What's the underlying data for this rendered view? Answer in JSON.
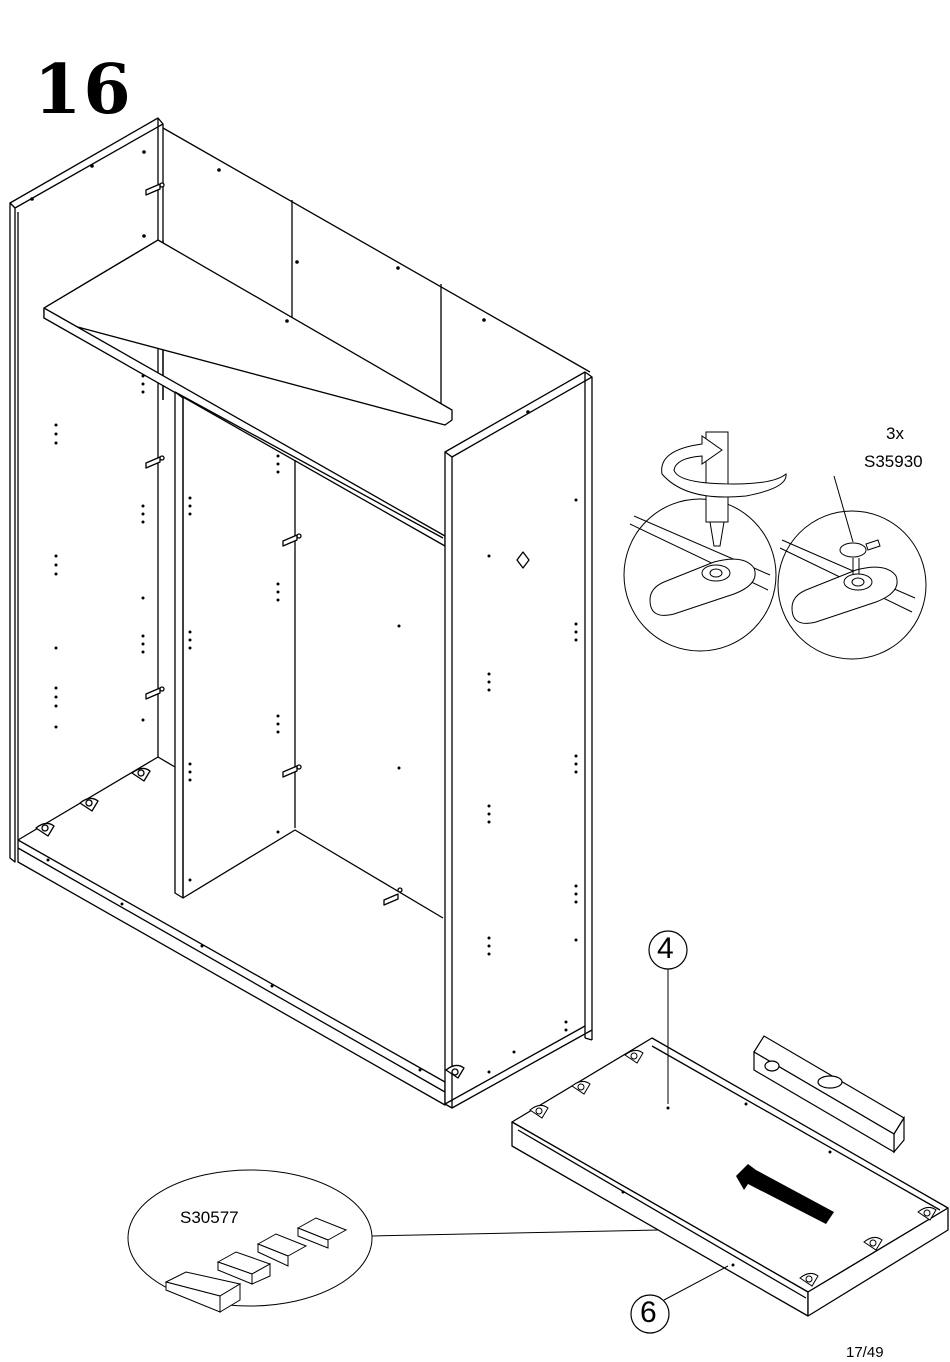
{
  "step": {
    "number": "16"
  },
  "detail": {
    "quantity": "3x",
    "part_code": "S35930"
  },
  "shims": {
    "part_code": "S30577"
  },
  "parts": {
    "bottom_panel": "4",
    "plinth": "6"
  },
  "footer": {
    "page": "17/49"
  },
  "icons": [
    "rotate-arrow-icon",
    "screwdriver-icon",
    "spirit-level-icon",
    "insert-direction-arrow-icon"
  ]
}
